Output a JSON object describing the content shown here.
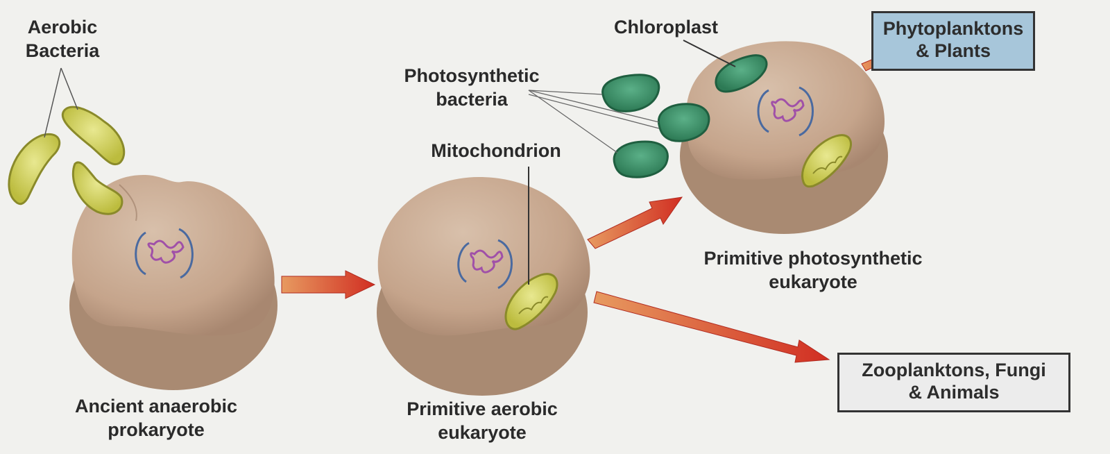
{
  "labels": {
    "aerobic_bacteria": [
      "Aerobic",
      "Bacteria"
    ],
    "photosynthetic_bacteria": [
      "Photosynthetic",
      "bacteria"
    ],
    "chloroplast": "Chloroplast",
    "mitochondrion": "Mitochondrion",
    "ancient_cell": [
      "Ancient anaerobic",
      "prokaryote"
    ],
    "aerobic_cell": [
      "Primitive aerobic",
      "eukaryote"
    ],
    "photo_cell": [
      "Primitive photosynthetic",
      "eukaryote"
    ]
  },
  "boxes": {
    "phyto": [
      "Phytoplanktons",
      "& Plants"
    ],
    "zoo": [
      "Zooplanktons, Fungi",
      "& Animals"
    ]
  },
  "colors": {
    "cell": "#c9ab93",
    "cell_shadow": "#a88770",
    "mitochondria": "#d8d86a",
    "chloroplast": "#3f9a70",
    "dna": "#a050a8",
    "membrane": "#4a6aa0",
    "arrow": "#d43a2a",
    "phyto_box": "#a7c6da"
  }
}
